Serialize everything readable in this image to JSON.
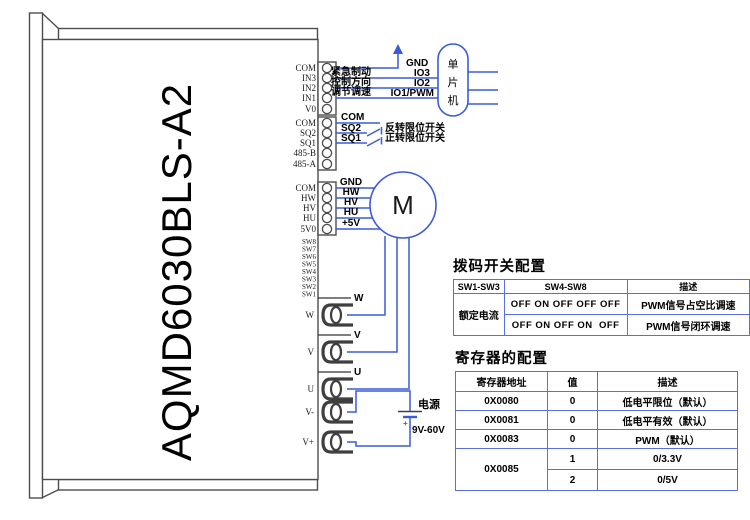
{
  "device": {
    "model": "AQMD6030BLS-A2"
  },
  "connector": {
    "group1": [
      "COM",
      "IN3",
      "IN2",
      "IN1",
      "V0"
    ],
    "group2": [
      "COM",
      "SQ2",
      "SQ1",
      "485-B",
      "485-A"
    ],
    "group3": [
      "COM",
      "HW",
      "HV",
      "HU",
      "5V0"
    ],
    "dip_pins": [
      "SW8",
      "SW7",
      "SW6",
      "SW5",
      "SW4",
      "SW3",
      "SW2",
      "SW1"
    ]
  },
  "mcu": {
    "chars": [
      "单",
      "片",
      "机"
    ],
    "gnd": "GND",
    "io3": "IO3",
    "io2": "IO2",
    "io1": "IO1/PWM",
    "in3_desc": "紧急制动",
    "in2_desc": "控制方向",
    "in1_desc": "调节调速"
  },
  "limit": {
    "com": "COM",
    "sq2": "SQ2",
    "sq1": "SQ1",
    "sq2_desc": "反转限位开关",
    "sq1_desc": "正转限位开关"
  },
  "hall": {
    "labels": [
      "GND",
      "HW",
      "HV",
      "HU",
      "+5V"
    ]
  },
  "motor": {
    "label": "M",
    "phases": [
      "W",
      "V",
      "U"
    ]
  },
  "terminals": [
    "W",
    "V",
    "U",
    "V-",
    "V+"
  ],
  "power": {
    "label": "电源",
    "range": "9V-60V",
    "plus": "+"
  },
  "dip_table": {
    "title": "拨码开关配置",
    "headers": [
      "SW1-SW3",
      "SW4-SW8",
      "描述"
    ],
    "row_group": "额定电流",
    "rows": [
      {
        "sw": "OFF ON OFF OFF OFF",
        "desc": "PWM信号占空比调速"
      },
      {
        "sw": "OFF ON OFF ON  OFF",
        "desc": "PWM信号闭环调速"
      }
    ]
  },
  "reg_table": {
    "title": "寄存器的配置",
    "headers": [
      "寄存器地址",
      "值",
      "描述"
    ],
    "rows": [
      {
        "addr": "0X0080",
        "val": "0",
        "desc": "低电平限位（默认）"
      },
      {
        "addr": "0X0081",
        "val": "0",
        "desc": "低电平有效（默认）"
      },
      {
        "addr": "0X0083",
        "val": "0",
        "desc": "PWM（默认）"
      }
    ],
    "merged_row": {
      "addr": "0X0085",
      "subrows": [
        {
          "val": "1",
          "desc": "0/3.3V"
        },
        {
          "val": "2",
          "desc": "0/5V"
        }
      ]
    }
  },
  "colors": {
    "wire": "#3c5cd7",
    "table_border": "#5b6ee1",
    "outline": "#4d4d4d"
  }
}
